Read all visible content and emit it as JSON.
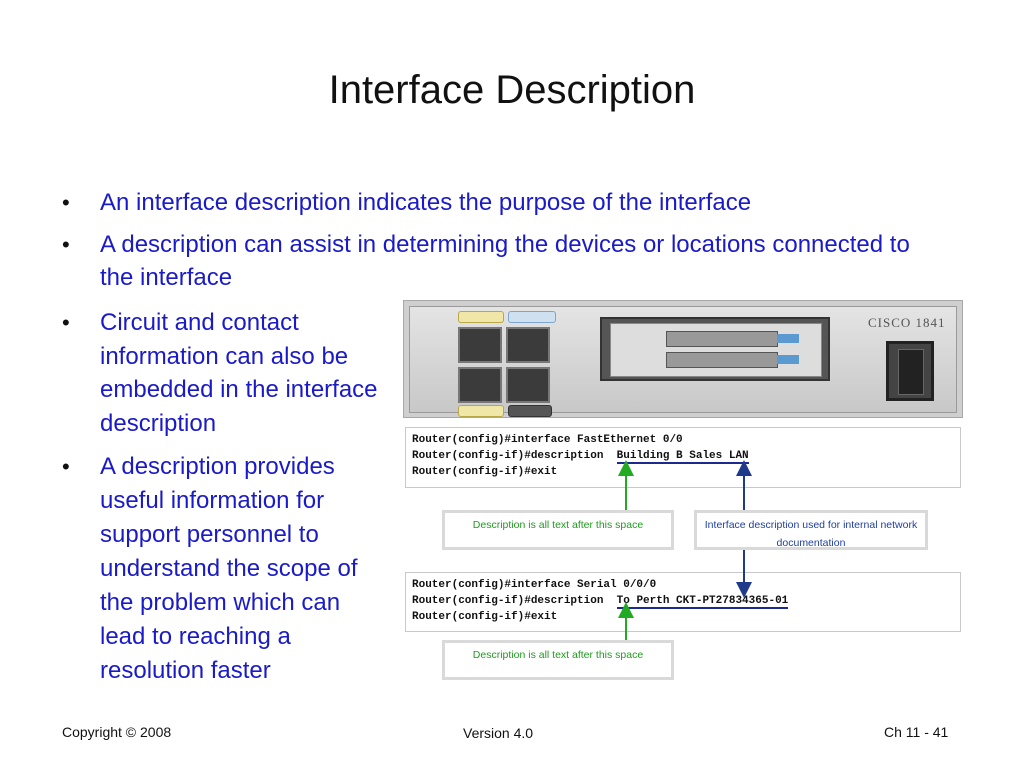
{
  "title": "Interface Description",
  "bullets": [
    "An interface description indicates the purpose of the interface",
    "A description can assist in determining the devices or locations connected to the interface",
    "Circuit and contact information can also be embedded in the interface description",
    "A description provides useful information for support personnel to understand the scope of the problem which can lead to reaching a resolution faster"
  ],
  "figure": {
    "brand": "CISCO 1841",
    "code1": {
      "line1": "Router(config)#interface FastEthernet 0/0",
      "line2_cmd": "Router(config-if)#description",
      "line2_arg": "Building B Sales LAN",
      "line3": "Router(config-if)#exit"
    },
    "code2": {
      "line1": "Router(config)#interface Serial 0/0/0",
      "line2_cmd": "Router(config-if)#description",
      "line2_arg": "To Perth CKT-PT27834365-01",
      "line3": "Router(config-if)#exit"
    },
    "callout_left_top": "Description is all text after this space",
    "callout_right": "Interface description used for internal network documentation",
    "callout_left_bottom": "Description is all text after this space",
    "colors": {
      "arrow_green": "#22aa22",
      "arrow_blue": "#1f3a8a",
      "bullet_text": "#1a1ac8"
    }
  },
  "footer": {
    "copyright": "Copyright © 2008",
    "version": "Version 4.0",
    "page": "Ch 11 - 41"
  }
}
